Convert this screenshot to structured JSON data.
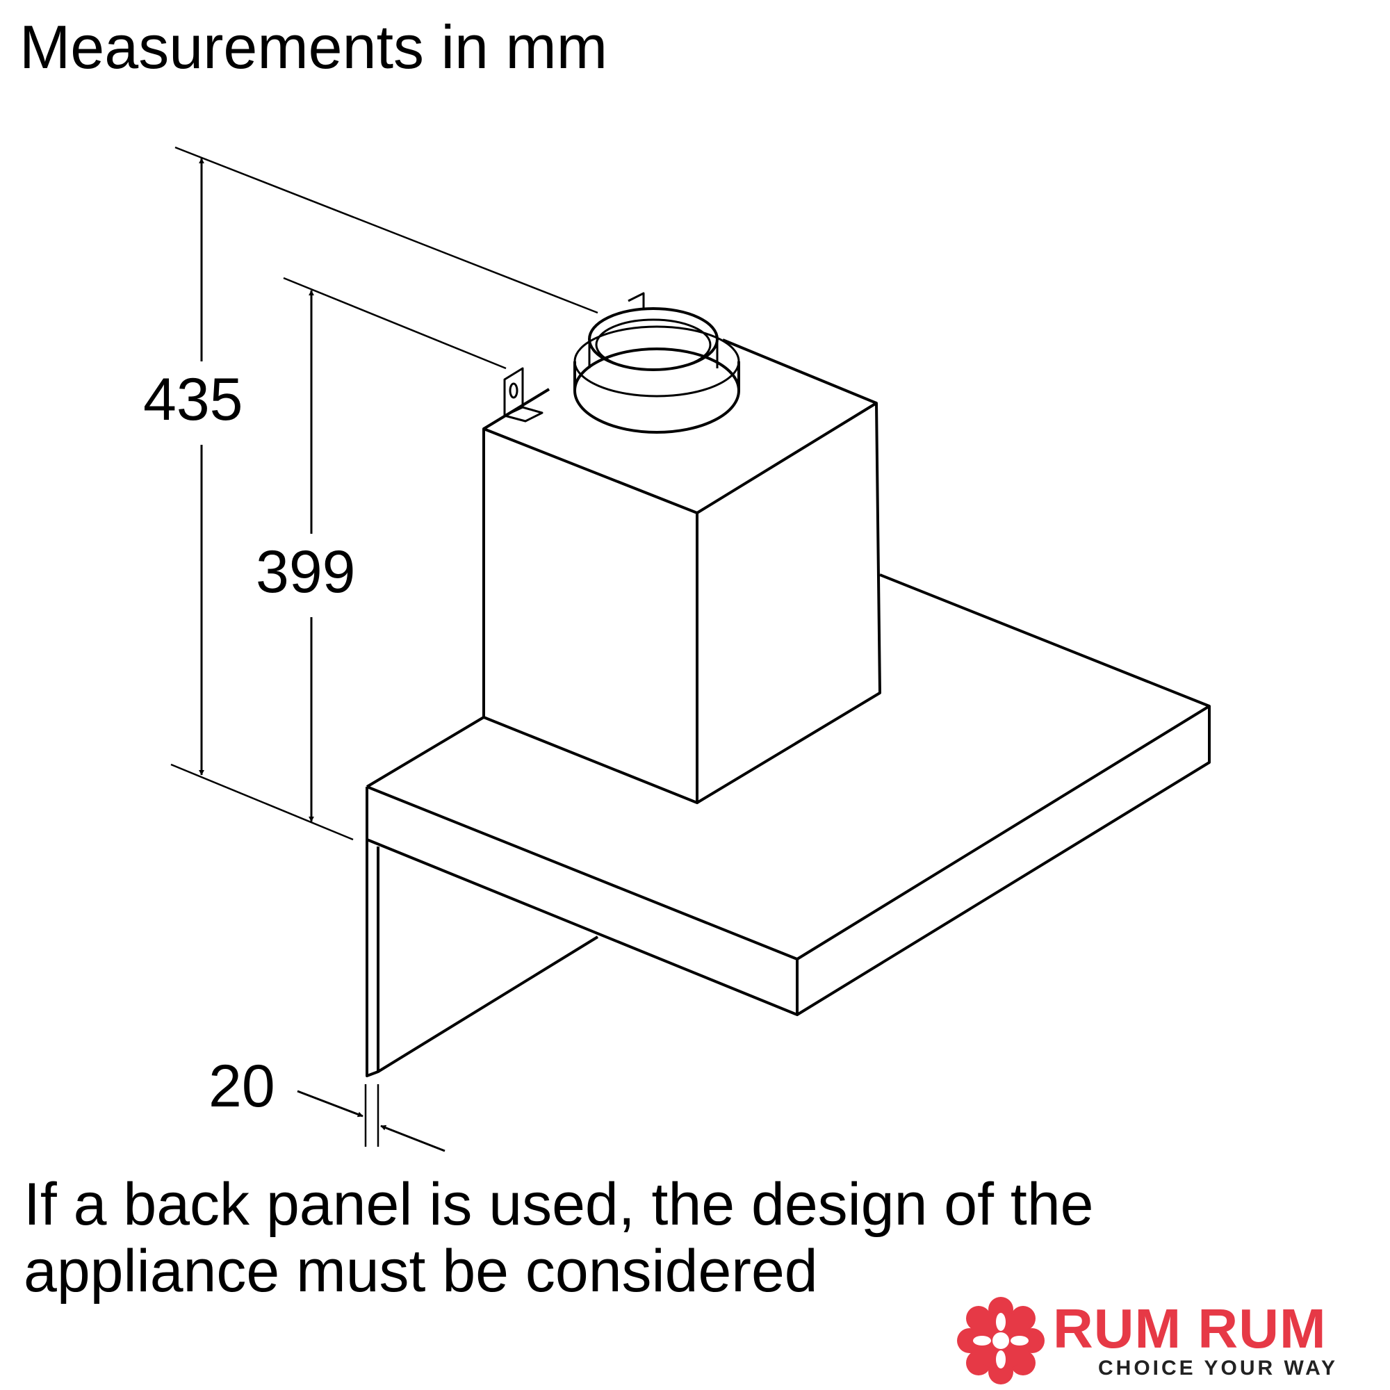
{
  "title": "Measurements in mm",
  "dimensions": {
    "total_height": "435",
    "box_height": "399",
    "panel_thickness": "20"
  },
  "note": {
    "line1": "If a back panel is used, the design of the",
    "line2": "appliance must be considered"
  },
  "logo": {
    "name": "RUM RUM",
    "tagline": "CHOICE YOUR WAY",
    "color": "#e63946"
  }
}
